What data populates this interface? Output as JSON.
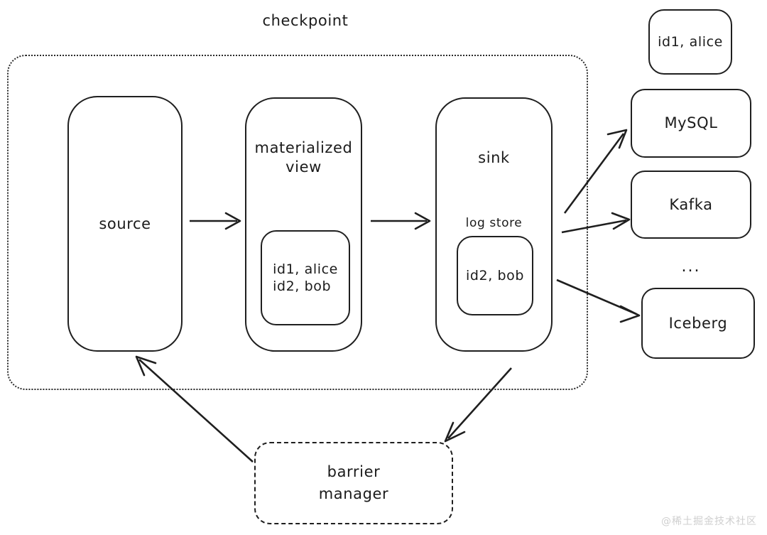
{
  "diagram": {
    "title": "checkpoint",
    "watermark": "@稀土掘金技术社区"
  },
  "checkpoint": {
    "label": "checkpoint",
    "stages": {
      "source": {
        "label": "source"
      },
      "materialized_view": {
        "label": "materialized\nview",
        "rows": "id1, alice\nid2, bob"
      },
      "sink": {
        "label": "sink",
        "log_store_label": "log store",
        "rows": "id2, bob"
      }
    }
  },
  "external_sinks": {
    "emitted_row": "id1, alice",
    "targets": [
      {
        "label": "MySQL"
      },
      {
        "label": "Kafka"
      },
      {
        "label": "Iceberg"
      }
    ],
    "ellipsis": "..."
  },
  "barrier_manager": {
    "label": "barrier\nmanager"
  },
  "colors": {
    "stroke": "#1f1f1f",
    "background": "#ffffff",
    "watermark": "#cfcfcf"
  },
  "icons": {
    "arrow": "arrow-right-icon"
  }
}
